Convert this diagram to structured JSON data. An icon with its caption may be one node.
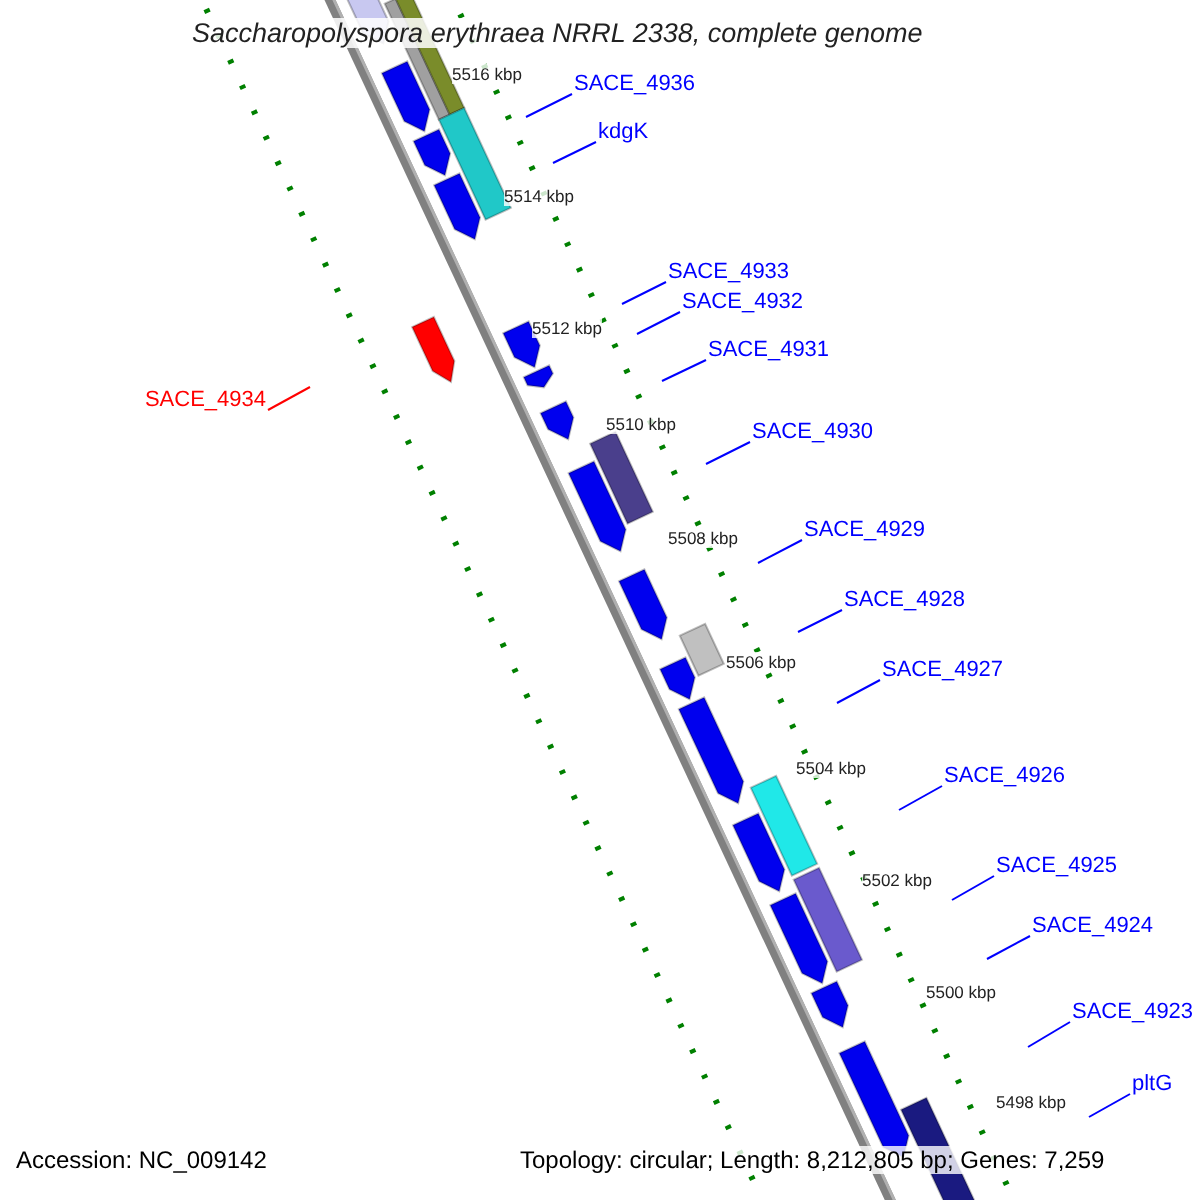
{
  "diagram": {
    "title": "Saccharopolyspora erythraea NRRL 2338, complete genome",
    "nodes": [
      {
        "text": [
          "SACE_4936"
        ]
      },
      {
        "text": [
          "kdgK"
        ]
      },
      {
        "text": [
          "SACE_4933"
        ]
      },
      {
        "text": [
          "SACE_4932"
        ]
      },
      {
        "text": [
          "SACE_4931"
        ]
      },
      {
        "text": [
          "SACE_4934"
        ]
      },
      {
        "text": [
          "SACE_4930"
        ]
      },
      {
        "text": [
          "SACE_4929"
        ]
      },
      {
        "text": [
          "SACE_4928"
        ]
      },
      {
        "text": [
          "SACE_4927"
        ]
      },
      {
        "text": [
          "SACE_4926"
        ]
      },
      {
        "text": [
          "SACE_4925"
        ]
      },
      {
        "text": [
          "SACE_4924"
        ]
      },
      {
        "text": [
          "SACE_4923"
        ]
      },
      {
        "text": [
          "pltG"
        ]
      }
    ],
    "edges": [
      {
        "from": 0,
        "to": null,
        "arrow": "none"
      },
      {
        "from": 1,
        "to": null,
        "arrow": "none"
      },
      {
        "from": 2,
        "to": null,
        "arrow": "none"
      },
      {
        "from": 3,
        "to": null,
        "arrow": "none"
      },
      {
        "from": 4,
        "to": null,
        "arrow": "none"
      },
      {
        "from": 5,
        "to": null,
        "arrow": "none",
        "color": "#ff0000"
      },
      {
        "from": 6,
        "to": null,
        "arrow": "none"
      },
      {
        "from": 7,
        "to": null,
        "arrow": "none"
      },
      {
        "from": 8,
        "to": null,
        "arrow": "none"
      },
      {
        "from": 9,
        "to": null,
        "arrow": "none"
      },
      {
        "from": 10,
        "to": null,
        "arrow": "none"
      },
      {
        "from": 11,
        "to": null,
        "arrow": "none"
      },
      {
        "from": 12,
        "to": null,
        "arrow": "none"
      },
      {
        "from": 13,
        "to": null,
        "arrow": "none"
      },
      {
        "from": 14,
        "to": null,
        "arrow": "none"
      }
    ],
    "labels": [
      "5516 kbp",
      "5514 kbp",
      "5512 kbp",
      "5510 kbp",
      "5508 kbp",
      "5506 kbp",
      "5504 kbp",
      "5502 kbp",
      "5500 kbp",
      "5498 kbp",
      "Accession: NC_009142",
      "Topology: circular; Length: 8,212,805 bp; Genes: 7,259"
    ]
  }
}
